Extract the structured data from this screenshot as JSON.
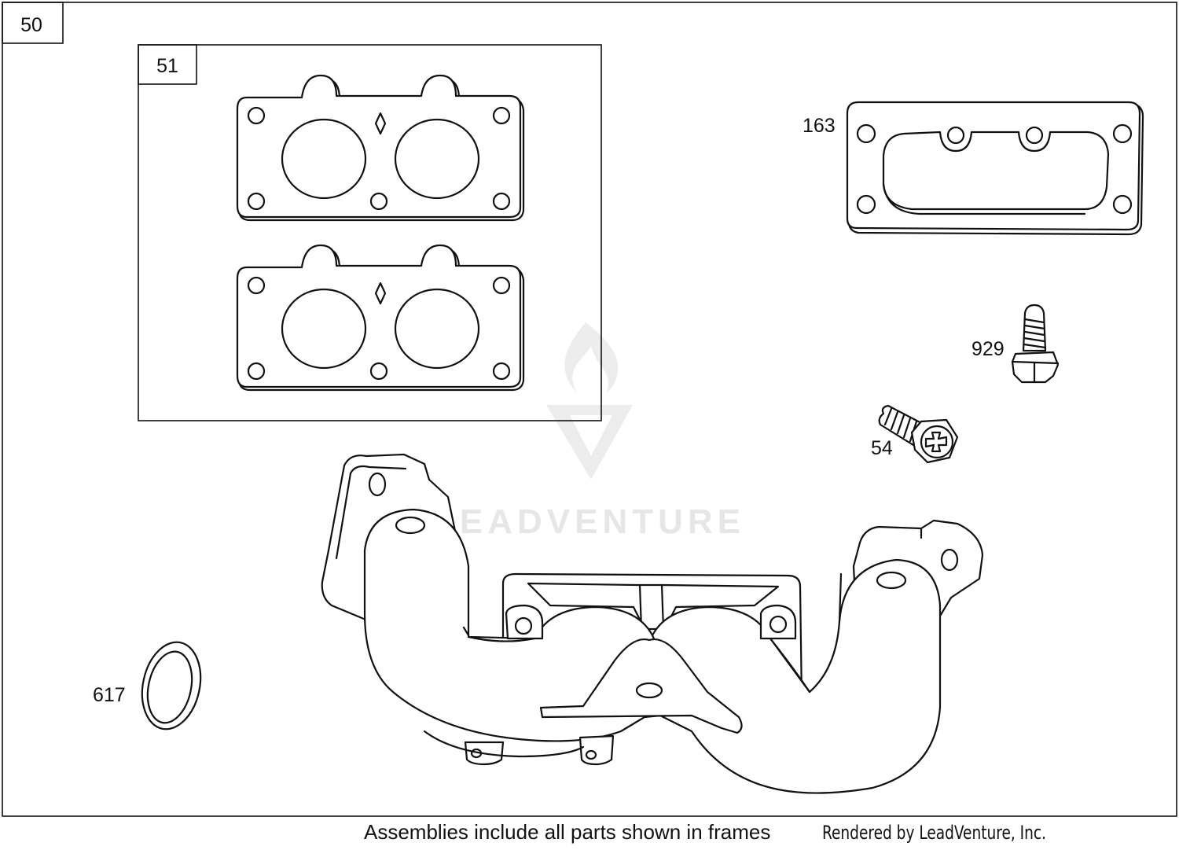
{
  "diagram": {
    "assembly_label": "50",
    "gasket_kit_label": "51",
    "callouts": {
      "p163": "163",
      "p929": "929",
      "p54": "54",
      "p617": "617"
    },
    "watermark": "LEADVENTURE",
    "footer_note": "Assemblies include all parts shown in frames",
    "rendered_by": "Rendered by LeadVenture, Inc."
  }
}
